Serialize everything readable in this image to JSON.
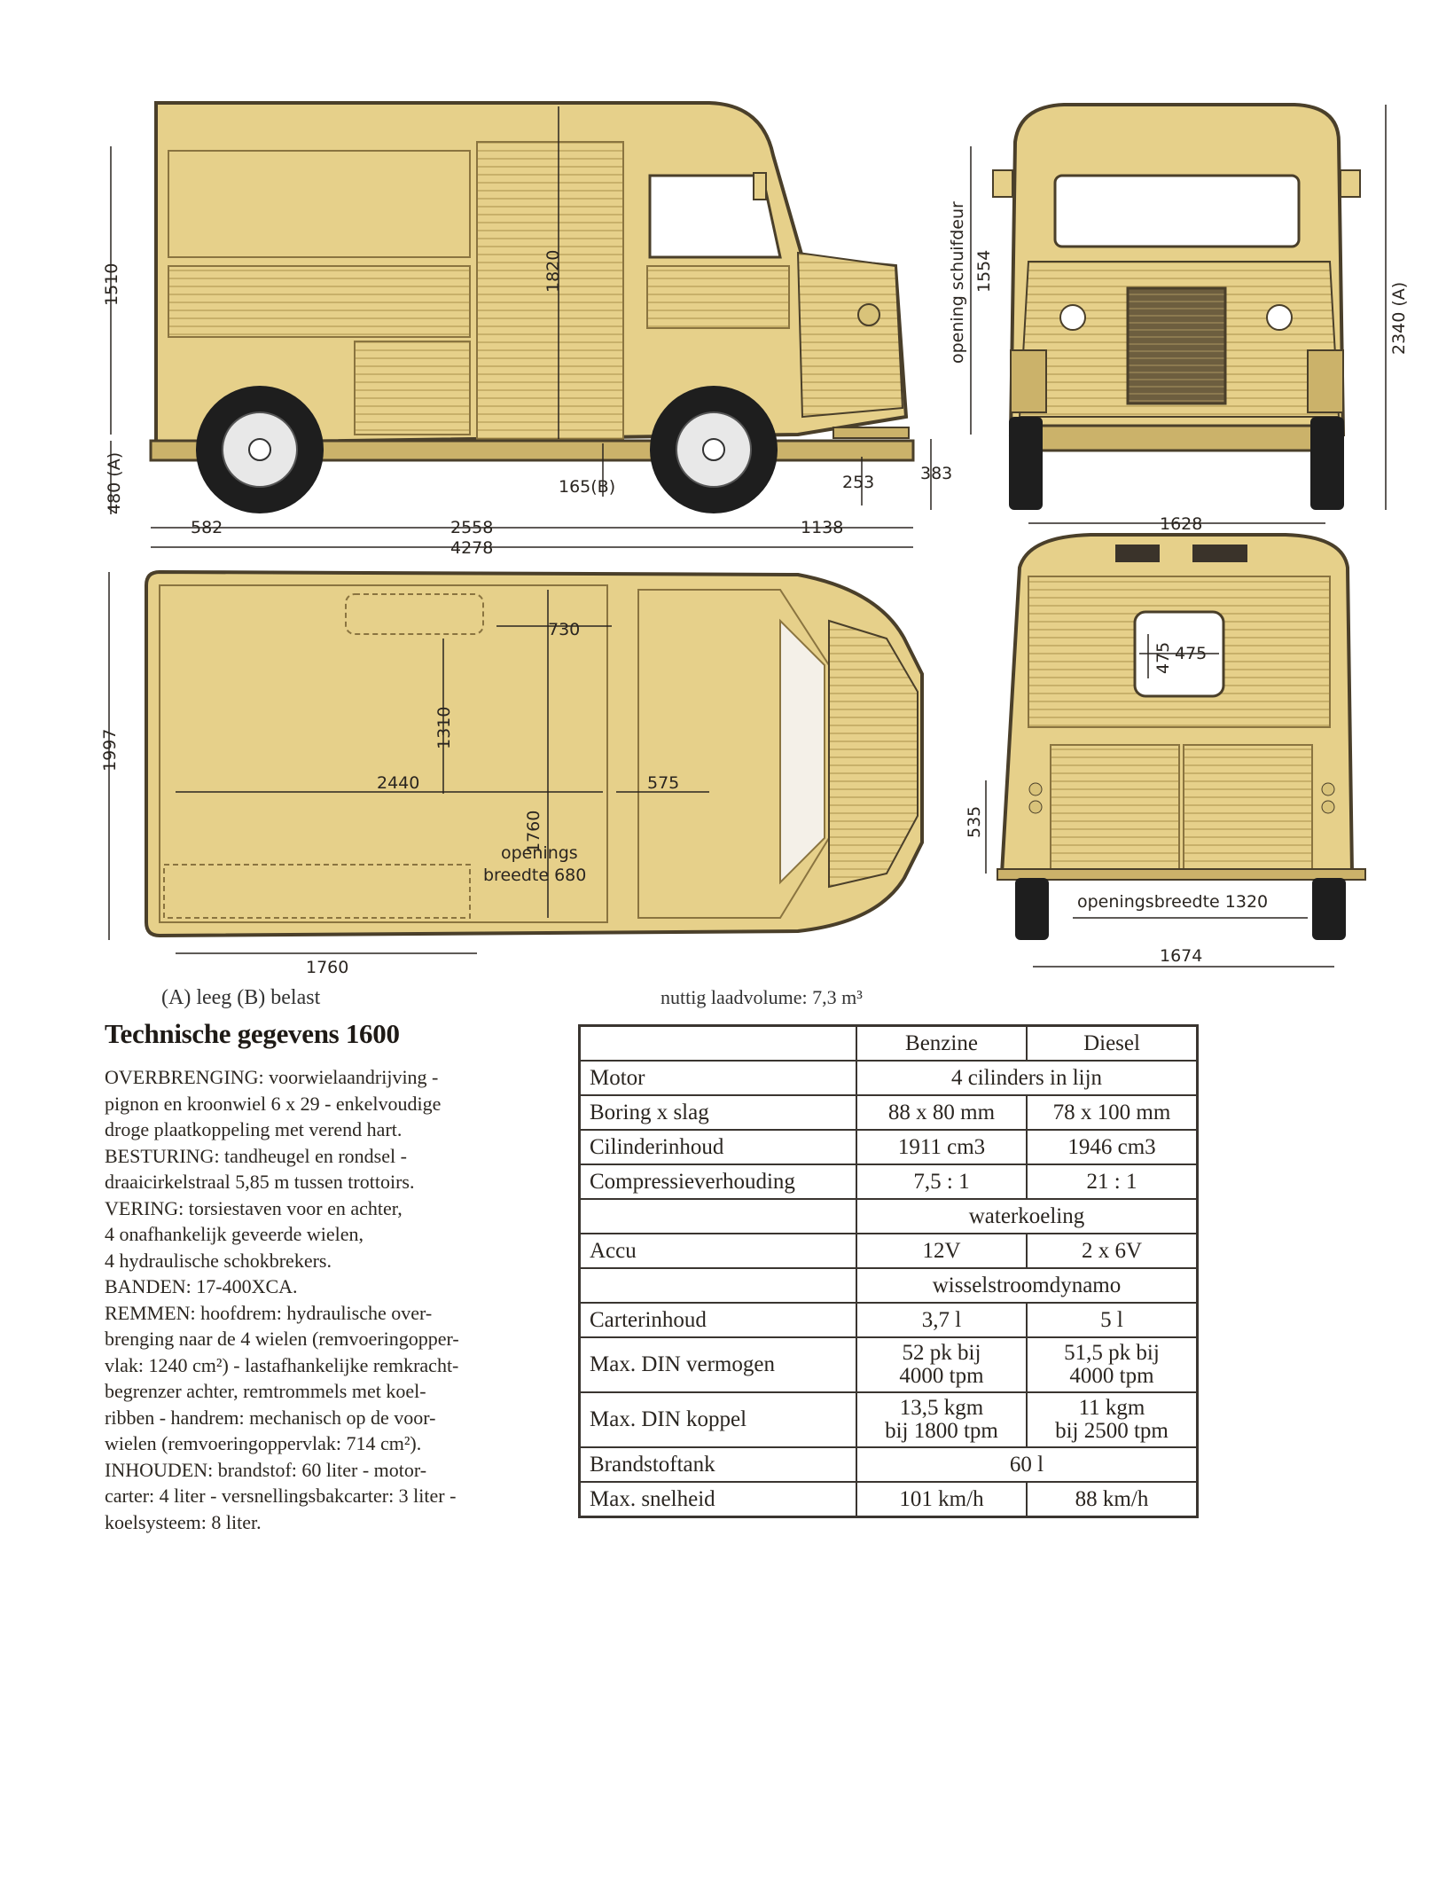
{
  "drawing": {
    "side_view": {
      "height_total": "1820",
      "height_body": "1510",
      "height_ground_empty": "480 (A)",
      "ground_clearance_loaded": "165(B)",
      "front_overhang_low": "253",
      "front_overhang_high": "383",
      "rear_overhang": "582",
      "wheelbase": "2558",
      "front_length": "1138",
      "overall_length": "4278"
    },
    "front_view": {
      "door_opening_label": "opening schuifdeur",
      "door_opening_value": "1554",
      "overall_height": "2340 (A)",
      "track_front": "1628"
    },
    "top_view": {
      "overall_width": "1997",
      "cargo_length": "2440",
      "cargo_width": "1310",
      "door_offset": "730",
      "inner_width": "1760",
      "cab_depth": "575",
      "side_opening_label": "openings",
      "side_opening_value": "breedte 680",
      "floor_length": "1760"
    },
    "rear_view": {
      "window_height": "475",
      "window_width": "475",
      "sill_height": "535",
      "rear_opening": "openingsbreedte 1320",
      "track_rear": "1674"
    }
  },
  "captions": {
    "legend": "(A) leeg (B) belast",
    "volume": "nuttig laadvolume: 7,3  m³"
  },
  "specs": {
    "title": "Technische gegevens 1600",
    "paragraphs": [
      "OVERBRENGING: voorwielaandrijving -",
      "pignon en kroonwiel 6 x 29 - enkelvoudige",
      "droge plaatkoppeling met verend hart.",
      "BESTURING: tandheugel en rondsel -",
      "draaicirkelstraal 5,85 m tussen trottoirs.",
      "VERING: torsiestaven voor en achter,",
      "4 onafhankelijk geveerde wielen,",
      "4 hydraulische schokbrekers.",
      "BANDEN: 17-400XCA.",
      "REMMEN: hoofdrem: hydraulische over-",
      "brenging naar de 4 wielen (remvoeringopper-",
      "vlak: 1240 cm²) - lastafhankelijke remkracht-",
      "begrenzer achter, remtrommels met koel-",
      "ribben - handrem: mechanisch op de voor-",
      "wielen (remvoeringoppervlak: 714 cm²).",
      "INHOUDEN: brandstof: 60 liter - motor-",
      "carter: 4 liter - versnellingsbakcarter: 3 liter -",
      "koelsysteem: 8 liter."
    ]
  },
  "table": {
    "col_benzine": "Benzine",
    "col_diesel": "Diesel",
    "motor_label": "Motor",
    "motor_value": "4 cilinders in lijn",
    "bore_label": "Boring x slag",
    "bore_b": "88 x 80 mm",
    "bore_d": "78 x 100 mm",
    "cyl_label": "Cilinderinhoud",
    "cyl_b": "1911 cm3",
    "cyl_d": "1946 cm3",
    "comp_label": "Compressieverhouding",
    "comp_b": "7,5 : 1",
    "comp_d": "21 : 1",
    "cooling_value": "waterkoeling",
    "accu_label": "Accu",
    "accu_b": "12V",
    "accu_d": "2 x 6V",
    "dynamo_value": "wisselstroomdynamo",
    "carter_label": "Carterinhoud",
    "carter_b": "3,7 l",
    "carter_d": "5 l",
    "power_label": "Max. DIN vermogen",
    "power_b1": "52 pk bij",
    "power_b2": "4000 tpm",
    "power_d1": "51,5 pk bij",
    "power_d2": "4000 tpm",
    "torque_label": "Max. DIN koppel",
    "torque_b1": "13,5 kgm",
    "torque_b2": "bij 1800 tpm",
    "torque_d1": "11 kgm",
    "torque_d2": "bij 2500 tpm",
    "tank_label": "Brandstoftank",
    "tank_value": "60 l",
    "speed_label": "Max. snelheid",
    "speed_b": "101 km/h",
    "speed_d": "88 km/h"
  },
  "colors": {
    "body": "#e6d08a",
    "body_dark": "#cbb26a",
    "outline": "#4a3f2a",
    "tire": "#1e1e1e"
  }
}
